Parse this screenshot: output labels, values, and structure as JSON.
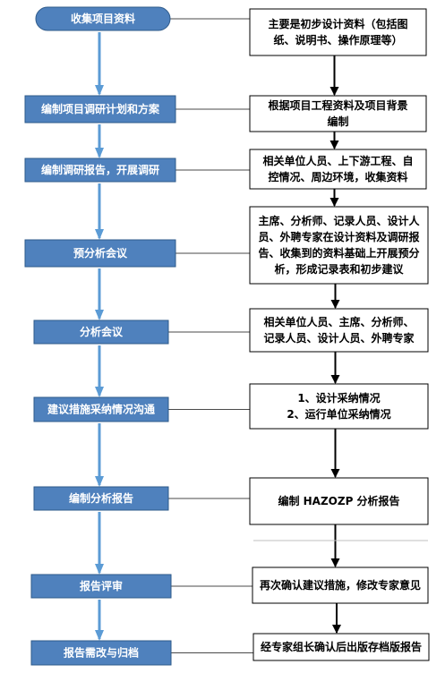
{
  "steps": [
    {
      "label": "收集项目资料"
    },
    {
      "label": "编制项目调研计划和方案"
    },
    {
      "label": "编制调研报告，开展调研"
    },
    {
      "label": "预分析会议"
    },
    {
      "label": "分析会议"
    },
    {
      "label": "建议措施采纳情况沟通"
    },
    {
      "label": "编制分析报告"
    },
    {
      "label": "报告评审"
    },
    {
      "label": "报告需改与归档"
    }
  ],
  "notes": [
    {
      "lines": [
        "主要是初步设计资料（包括图",
        "纸、说明书、操作原理等）"
      ]
    },
    {
      "lines": [
        "根据项目工程资料及项目背景",
        "编制"
      ]
    },
    {
      "lines": [
        "相关单位人员、上下游工程、自",
        "控情况、周边环境，收集资料"
      ]
    },
    {
      "lines": [
        "主席、分析师、记录人员、设计人",
        "员、外聘专家在设计资料及调研报",
        "告、收集到的资料基础上开展预分",
        "析，形成记录表和初步建议"
      ]
    },
    {
      "lines": [
        "相关单位人员、主席、分析师、",
        "记录人员、设计人员、外聘专家"
      ]
    },
    {
      "lines": [
        "1、设计采纳情况",
        "2、运行单位采纳情况"
      ]
    },
    {
      "lines": [
        "编制 HAZOZP 分析报告"
      ]
    },
    {
      "lines": [
        "再次确认建议措施，修改专家意见"
      ]
    },
    {
      "lines": [
        "经专家组长确认后出版存档版报告"
      ]
    }
  ],
  "colors": {
    "step_fill": "#4F81BD",
    "step_stroke": "#2E5A8A",
    "flow_arrow": "#5B9BD5",
    "note_stroke": "#000000",
    "note_arrow": "#000000"
  }
}
